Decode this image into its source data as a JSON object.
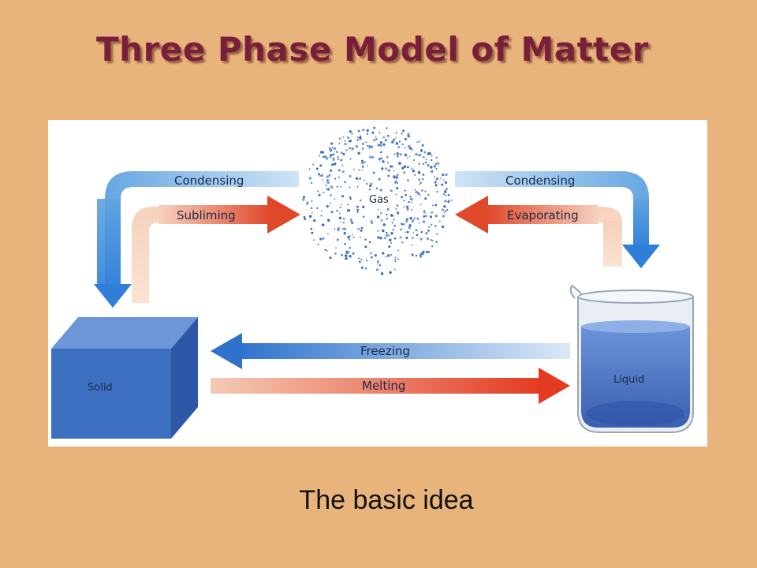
{
  "title": "Three Phase Model of Matter",
  "caption": "The basic idea",
  "diagram": {
    "phases": {
      "gas": "Gas",
      "solid": "Solid",
      "liquid": "Liquid"
    },
    "processes": {
      "condensing_left": "Condensing",
      "subliming": "Subliming",
      "condensing_right": "Condensing",
      "evaporating": "Evaporating",
      "freezing": "Freezing",
      "melting": "Melting"
    }
  },
  "colors": {
    "background": "#e8b47c",
    "title": "#7a1f3a",
    "blue_arrow": "#3a7fd4",
    "red_arrow": "#e0482a",
    "solid_blue": "#3d6fc0",
    "liquid_blue": "#4a78c8"
  }
}
